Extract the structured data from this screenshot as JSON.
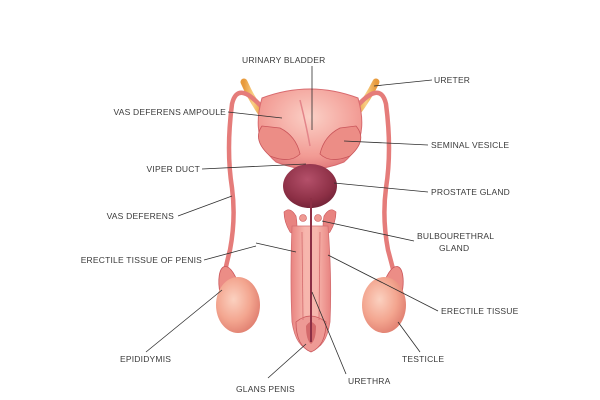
{
  "labels": {
    "urinary_bladder": "URINARY BLADDER",
    "ureter": "URETER",
    "vas_deferens_ampoule": "VAS DEFERENS AMPOULE",
    "seminal_vesicle": "SEMINAL VESICLE",
    "viper_duct": "VIPER DUCT",
    "prostate_gland": "PROSTATE GLAND",
    "vas_deferens": "VAS DEFERENS",
    "bulbourethral_gland_line1": "BULBOURETHRAL",
    "bulbourethral_gland_line2": "GLAND",
    "erectile_tissue_of_penis": "ERECTILE TISSUE OF PENIS",
    "erectile_tissue": "ERECTILE TISSUE",
    "epididymis": "EPIDIDYMIS",
    "testicle": "TESTICLE",
    "glans_penis": "GLANS PENIS",
    "urethra": "URETHRA"
  },
  "colors": {
    "background": "#ffffff",
    "tissue_pink": "#f08a88",
    "tissue_light": "#f9c4b8",
    "tissue_dark": "#c9555a",
    "prostate": "#8c2f45",
    "ureter": "#f0b254",
    "label_text": "#3a3a3a",
    "leader_line": "#2e2e2e"
  }
}
